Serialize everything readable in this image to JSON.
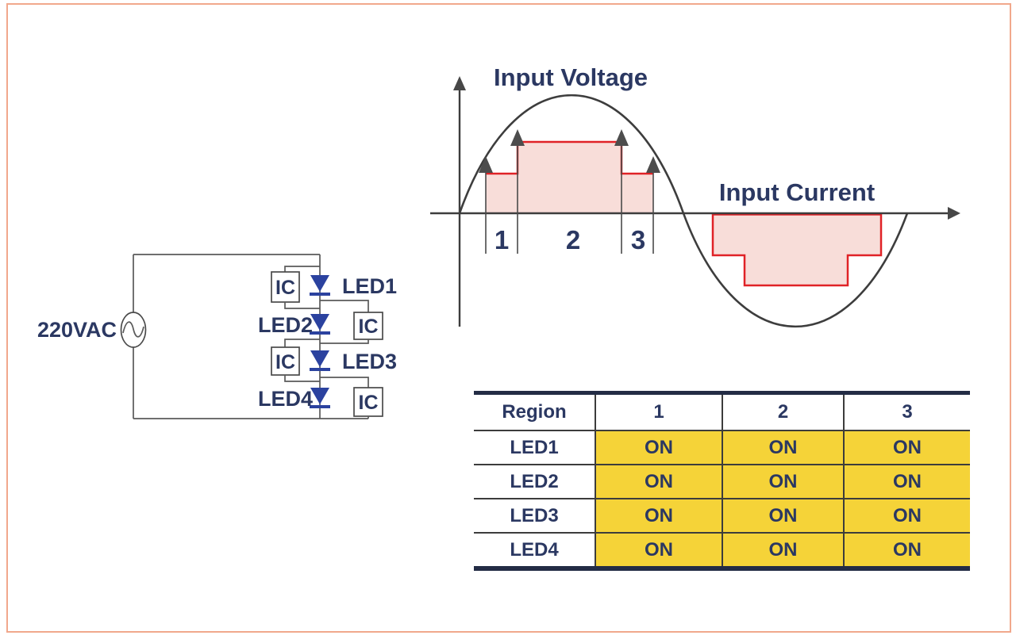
{
  "page": {
    "background": "#ffffff",
    "frame_color": "#f1a88c"
  },
  "waveform": {
    "voltage_title": "Input Voltage",
    "current_title": "Input Current",
    "regions": [
      "1",
      "2",
      "3"
    ]
  },
  "chart_data": {
    "type": "line",
    "title": "Input Voltage",
    "annotations": [
      "Input Voltage",
      "Input Current",
      "1",
      "2",
      "3"
    ],
    "xlabel": "",
    "ylabel": "",
    "grid": false,
    "series": [
      {
        "name": "Input Voltage",
        "shape": "sine",
        "x_range_deg": [
          0,
          360
        ],
        "peak": 1.0,
        "trough": -0.96
      },
      {
        "name": "Input Current",
        "shape": "step",
        "fill_color": "#f8ddd9",
        "line_color": "#e02227",
        "steps": [
          {
            "region": "1",
            "x_deg": [
              21,
              47
            ],
            "level": 0.33
          },
          {
            "region": "2",
            "x_deg": [
              47,
              130
            ],
            "level": 0.6
          },
          {
            "region": "3",
            "x_deg": [
              130,
              156
            ],
            "level": 0.33
          },
          {
            "region": "negative-1",
            "x_deg": [
              204,
              229
            ],
            "level": -0.37
          },
          {
            "region": "negative-2",
            "x_deg": [
              229,
              312
            ],
            "level": -0.64
          },
          {
            "region": "negative-3",
            "x_deg": [
              312,
              339
            ],
            "level": -0.37
          }
        ]
      }
    ]
  },
  "circuit": {
    "source_label": "220VAC",
    "ic_label": "IC",
    "leds": [
      {
        "label": "LED1",
        "label_side": "right"
      },
      {
        "label": "LED2",
        "label_side": "left"
      },
      {
        "label": "LED3",
        "label_side": "right"
      },
      {
        "label": "LED4",
        "label_side": "left"
      }
    ]
  },
  "table": {
    "columns": [
      "Region",
      "1",
      "2",
      "3"
    ],
    "rows": [
      {
        "label": "LED1",
        "values": [
          "ON",
          "ON",
          "ON"
        ]
      },
      {
        "label": "LED2",
        "values": [
          "ON",
          "ON",
          "ON"
        ]
      },
      {
        "label": "LED3",
        "values": [
          "ON",
          "ON",
          "ON"
        ]
      },
      {
        "label": "LED4",
        "values": [
          "ON",
          "ON",
          "ON"
        ]
      }
    ],
    "on_cell_color": "#f5d338"
  },
  "colors": {
    "text_navy": "#2b3862",
    "led_blue": "#2b429f",
    "waveform_red": "#e02227",
    "waveform_pink": "#f8ddd9",
    "table_yellow": "#f5d338",
    "wire_gray": "#5a5a5a"
  }
}
